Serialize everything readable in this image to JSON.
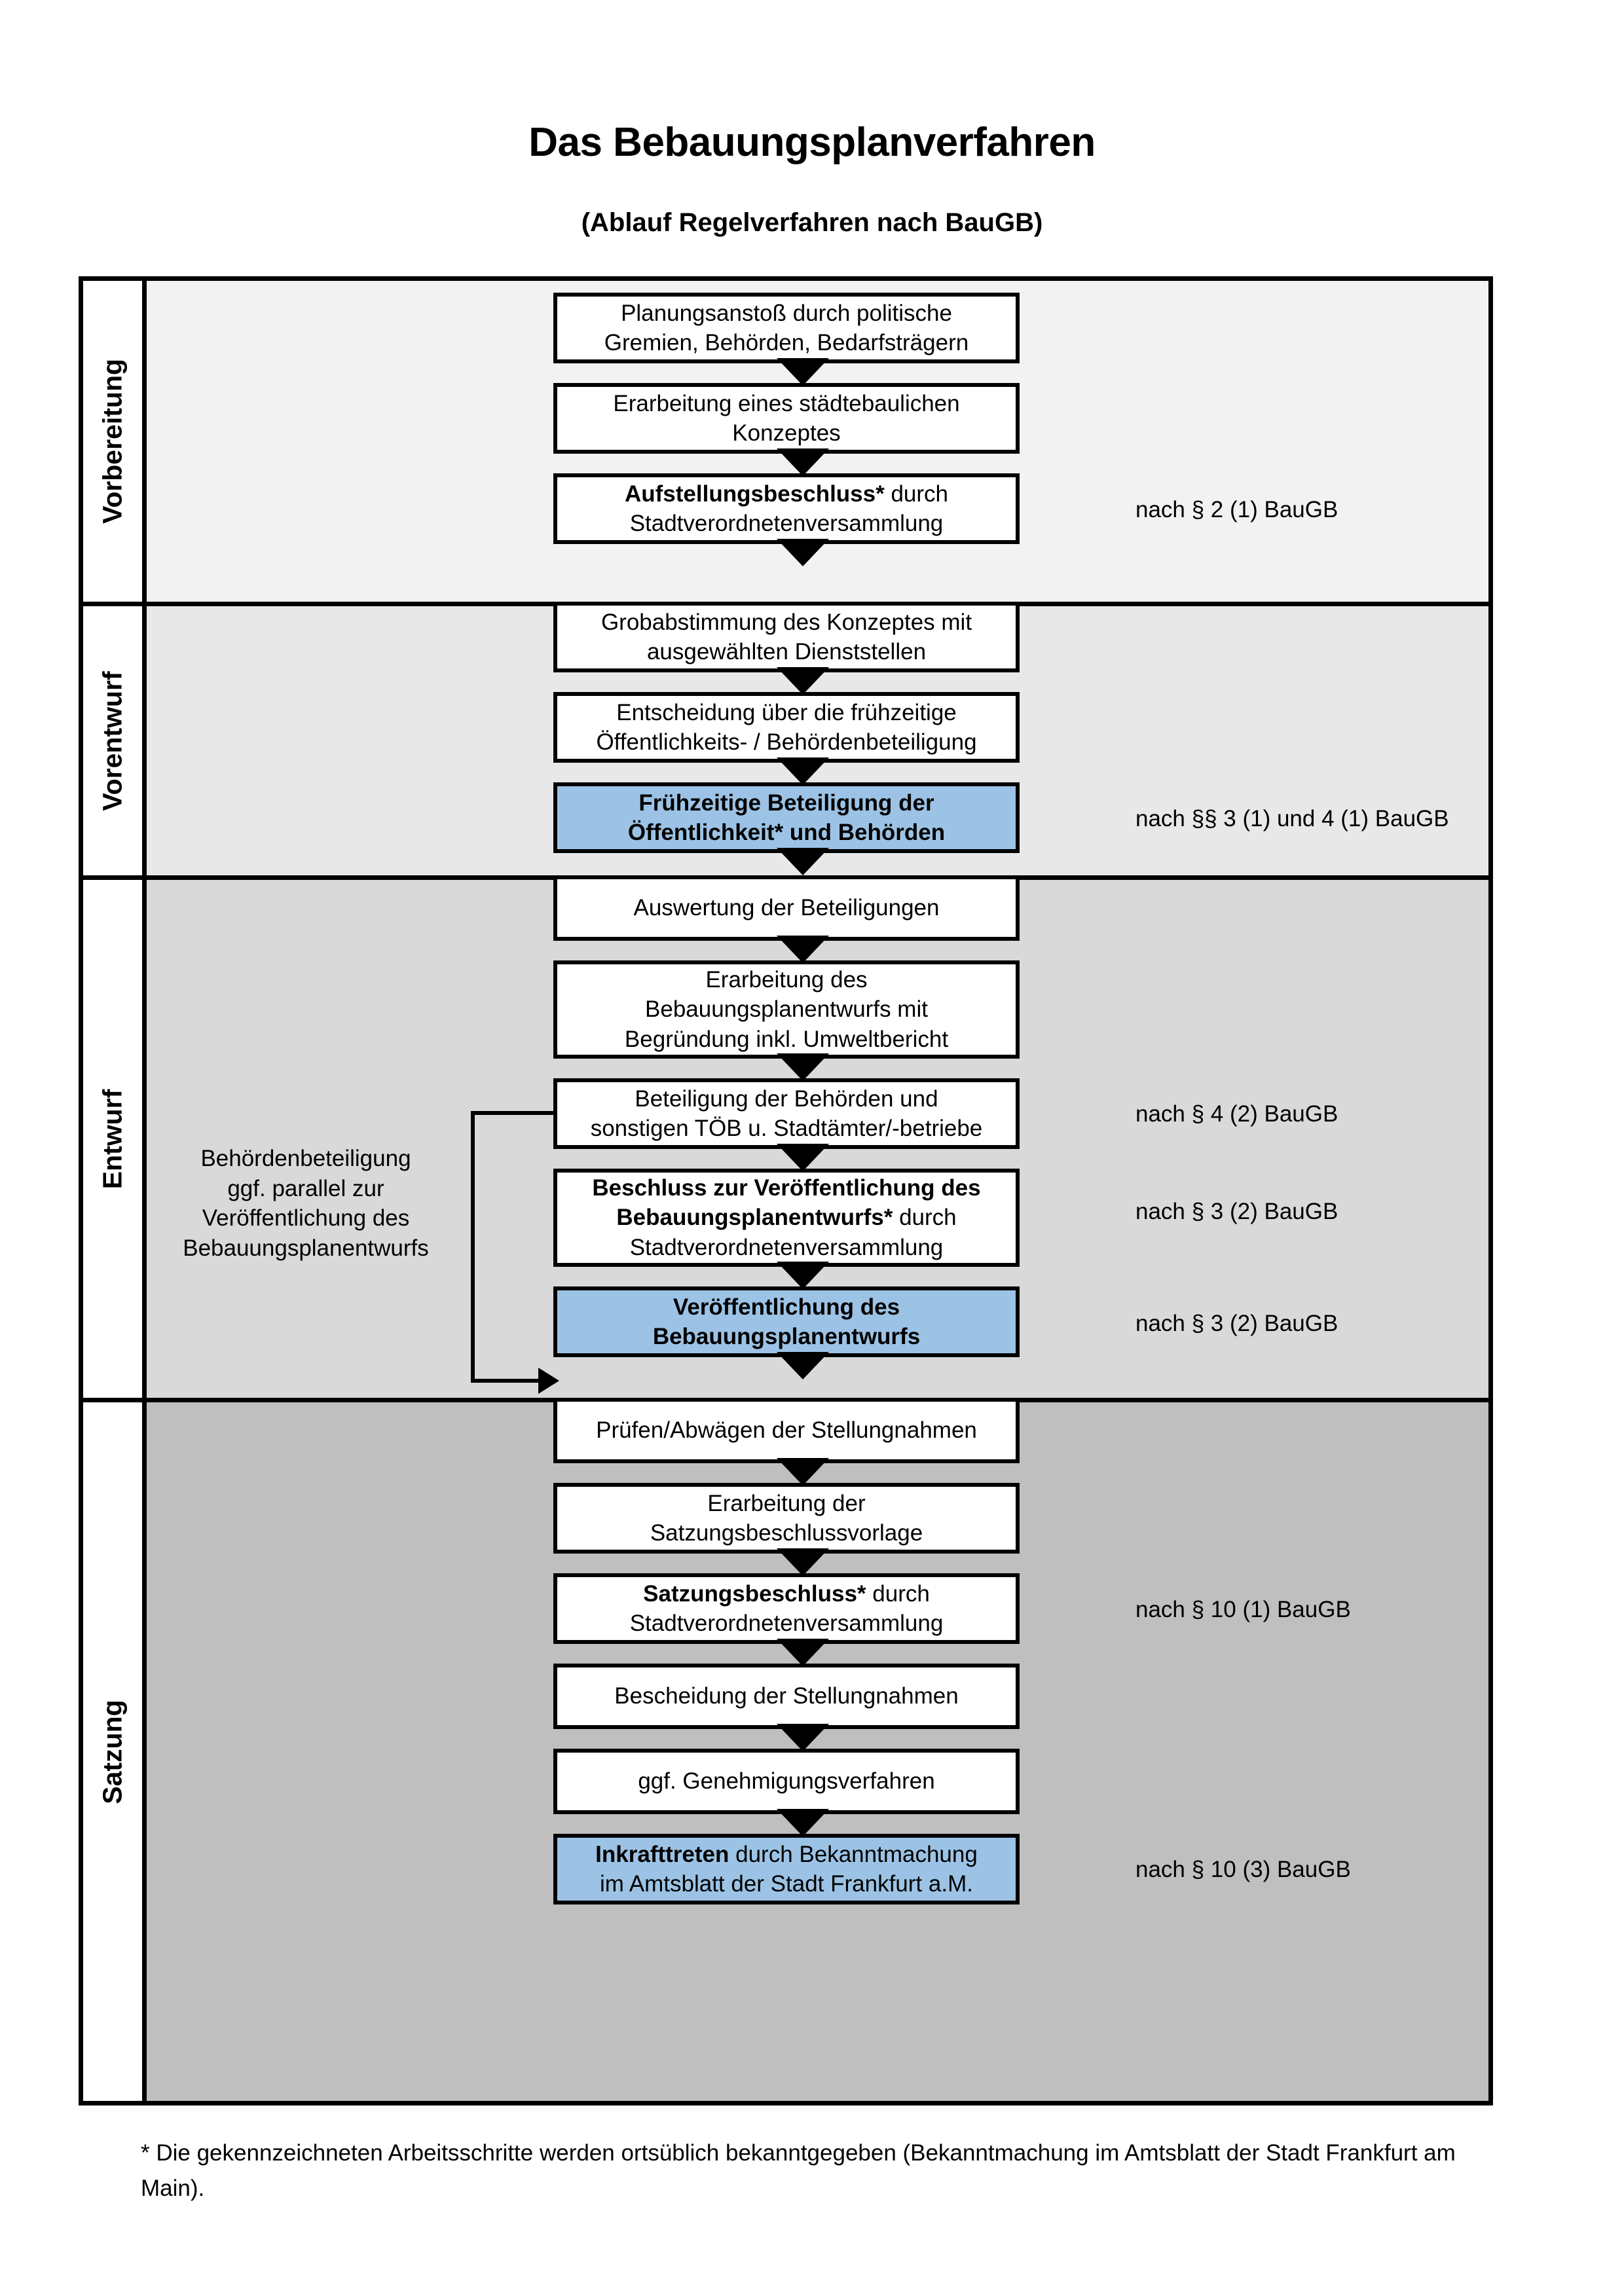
{
  "header": {
    "title": "Das Bebauungsplanverfahren",
    "subtitle": "(Ablauf Regelverfahren nach BauGB)"
  },
  "colors": {
    "highlight_box": "#9CC3E5",
    "phase_vorbereitung_bg": "#F2F2F2",
    "phase_vorentwurf_bg": "#E8E8E8",
    "phase_entwurf_bg": "#D9D9D9",
    "phase_satzung_bg": "#BFBFBF",
    "border": "#000000"
  },
  "phases": [
    {
      "label": "Vorbereitung"
    },
    {
      "label": "Vorentwurf"
    },
    {
      "label": "Entwurf"
    },
    {
      "label": "Satzung"
    }
  ],
  "steps": [
    {
      "id": "planungsanstoss",
      "phase": "Vorbereitung",
      "highlighted": false,
      "lines": [
        "Planungsanstoß durch politische",
        "Gremien, Behörden, Bedarfsträgern"
      ],
      "bold_prefix": ""
    },
    {
      "id": "staedtebauliches-konzept",
      "phase": "Vorbereitung",
      "highlighted": false,
      "lines": [
        "Erarbeitung eines städtebaulichen",
        "Konzeptes"
      ],
      "bold_prefix": ""
    },
    {
      "id": "aufstellungsbeschluss",
      "phase": "Vorbereitung",
      "highlighted": false,
      "bold_prefix": "Aufstellungsbeschluss*",
      "rest_first_line": " durch",
      "lines": [
        "Aufstellungsbeschluss* durch",
        "Stadtverordnetenversammlung"
      ]
    },
    {
      "id": "grobabstimmung",
      "phase": "Vorentwurf",
      "highlighted": false,
      "lines": [
        "Grobabstimmung des Konzeptes mit",
        "ausgewählten Dienststellen"
      ],
      "bold_prefix": ""
    },
    {
      "id": "entscheidung-fruehzeitige",
      "phase": "Vorentwurf",
      "highlighted": false,
      "lines": [
        "Entscheidung über die frühzeitige",
        "Öffentlichkeits- / Behördenbeteiligung"
      ],
      "bold_prefix": ""
    },
    {
      "id": "fruehzeitige-beteiligung",
      "phase": "Vorentwurf",
      "highlighted": true,
      "lines": [
        "Frühzeitige Beteiligung der",
        "Öffentlichkeit* und Behörden"
      ],
      "bold_prefix": "all"
    },
    {
      "id": "auswertung-beteiligungen",
      "phase": "Entwurf",
      "highlighted": false,
      "lines": [
        "Auswertung der Beteiligungen"
      ],
      "bold_prefix": ""
    },
    {
      "id": "erarbeitung-bplanentwurf",
      "phase": "Entwurf",
      "highlighted": false,
      "lines": [
        "Erarbeitung des",
        "Bebauungsplanentwurfs mit",
        "Begründung inkl. Umweltbericht"
      ],
      "bold_prefix": ""
    },
    {
      "id": "beteiligung-behoerden-toeb",
      "phase": "Entwurf",
      "highlighted": false,
      "lines": [
        "Beteiligung der Behörden und",
        "sonstigen TÖB u. Stadtämter/-betriebe"
      ],
      "bold_prefix": ""
    },
    {
      "id": "beschluss-veroeffentlichung",
      "phase": "Entwurf",
      "highlighted": false,
      "bold_prefix": "Beschluss zur Veröffentlichung des Bebauungsplanentwurfs*",
      "rest": " durch",
      "lines": [
        "Beschluss zur Veröffentlichung des",
        "Bebauungsplanentwurfs* durch",
        "Stadtverordnetenversammlung"
      ]
    },
    {
      "id": "veroeffentlichung-bplanentwurf",
      "phase": "Entwurf",
      "highlighted": true,
      "lines": [
        "Veröffentlichung des",
        "Bebauungsplanentwurfs"
      ],
      "bold_prefix": "all"
    },
    {
      "id": "pruefen-abwaegen",
      "phase": "Satzung",
      "highlighted": false,
      "lines": [
        "Prüfen/Abwägen der Stellungnahmen"
      ],
      "bold_prefix": ""
    },
    {
      "id": "satzungsbeschlussvorlage",
      "phase": "Satzung",
      "highlighted": false,
      "lines": [
        "Erarbeitung der",
        "Satzungsbeschlussvorlage"
      ],
      "bold_prefix": ""
    },
    {
      "id": "satzungsbeschluss",
      "phase": "Satzung",
      "highlighted": false,
      "bold_prefix": "Satzungsbeschluss*",
      "rest": " durch",
      "lines": [
        "Satzungsbeschluss* durch",
        "Stadtverordnetenversammlung"
      ]
    },
    {
      "id": "bescheidung-stellungnahmen",
      "phase": "Satzung",
      "highlighted": false,
      "lines": [
        "Bescheidung der Stellungnahmen"
      ],
      "bold_prefix": ""
    },
    {
      "id": "genehmigungsverfahren",
      "phase": "Satzung",
      "highlighted": false,
      "lines": [
        "ggf. Genehmigungsverfahren"
      ],
      "bold_prefix": ""
    },
    {
      "id": "inkrafttreten",
      "phase": "Satzung",
      "highlighted": true,
      "bold_prefix": "Inkrafttreten",
      "rest": " durch Bekanntmachung",
      "lines": [
        "Inkrafttreten durch Bekanntmachung",
        "im Amtsblatt der Stadt Frankfurt a.M."
      ]
    }
  ],
  "box_text": {
    "planungsanstoss_l1": "Planungsanstoß durch politische",
    "planungsanstoss_l2": "Gremien, Behörden, Bedarfsträgern",
    "konzept_l1": "Erarbeitung eines städtebaulichen",
    "konzept_l2": "Konzeptes",
    "aufstellung_bold": "Aufstellungsbeschluss*",
    "aufstellung_rest": " durch",
    "aufstellung_l2": "Stadtverordnetenversammlung",
    "grobabstimmung_l1": "Grobabstimmung des Konzeptes mit",
    "grobabstimmung_l2": "ausgewählten Dienststellen",
    "entscheidung_l1": "Entscheidung über die frühzeitige",
    "entscheidung_l2": "Öffentlichkeits- / Behördenbeteiligung",
    "fruehzeitig_l1": "Frühzeitige Beteiligung der",
    "fruehzeitig_l2": "Öffentlichkeit* und Behörden",
    "auswertung_l1": "Auswertung der Beteiligungen",
    "erarbeitung_l1": "Erarbeitung des",
    "erarbeitung_l2": "Bebauungsplanentwurfs mit",
    "erarbeitung_l3": "Begründung inkl. Umweltbericht",
    "behoerden_l1": "Beteiligung der Behörden und",
    "behoerden_l2": "sonstigen TÖB u. Stadtämter/-betriebe",
    "beschluss_bold_l1": "Beschluss zur Veröffentlichung des",
    "beschluss_bold_l2": "Bebauungsplanentwurfs*",
    "beschluss_rest": " durch",
    "beschluss_l3": "Stadtverordnetenversammlung",
    "veroeff_l1": "Veröffentlichung des",
    "veroeff_l2": "Bebauungsplanentwurfs",
    "pruefen_l1": "Prüfen/Abwägen der Stellungnahmen",
    "satzungsvorlage_l1": "Erarbeitung der",
    "satzungsvorlage_l2": "Satzungsbeschlussvorlage",
    "satzungsbeschluss_bold": "Satzungsbeschluss*",
    "satzungsbeschluss_rest": " durch",
    "satzungsbeschluss_l2": "Stadtverordnetenversammlung",
    "bescheidung_l1": "Bescheidung der Stellungnahmen",
    "genehmigung_l1": "ggf. Genehmigungsverfahren",
    "inkraft_bold": "Inkrafttreten",
    "inkraft_rest": " durch Bekanntmachung",
    "inkraft_l2": "im Amtsblatt der Stadt Frankfurt a.M."
  },
  "legal_references": [
    {
      "id": "ref-par2-1",
      "text": "nach § 2 (1) BauGB",
      "for_step": "aufstellungsbeschluss"
    },
    {
      "id": "ref-par3-4-1",
      "text": "nach §§ 3 (1) und 4 (1) BauGB",
      "for_step": "fruehzeitige-beteiligung"
    },
    {
      "id": "ref-par4-2",
      "text": "nach § 4 (2) BauGB",
      "for_step": "beteiligung-behoerden-toeb"
    },
    {
      "id": "ref-par3-2a",
      "text": "nach § 3 (2) BauGB",
      "for_step": "beschluss-veroeffentlichung"
    },
    {
      "id": "ref-par3-2b",
      "text": "nach § 3 (2) BauGB",
      "for_step": "veroeffentlichung-bplanentwurf"
    },
    {
      "id": "ref-par10-1",
      "text": "nach § 10 (1) BauGB",
      "for_step": "satzungsbeschluss"
    },
    {
      "id": "ref-par10-3",
      "text": "nach § 10 (3) BauGB",
      "for_step": "inkrafttreten"
    }
  ],
  "side_note": {
    "l1": "Behördenbeteiligung",
    "l2": "ggf. parallel zur",
    "l3": "Veröffentlichung des",
    "l4": "Bebauungsplanentwurfs"
  },
  "footnote": {
    "text": "* Die gekennzeichneten Arbeitsschritte werden ortsüblich bekanntgegeben (Bekanntmachung im Amtsblatt  der Stadt Frankfurt am Main)."
  }
}
